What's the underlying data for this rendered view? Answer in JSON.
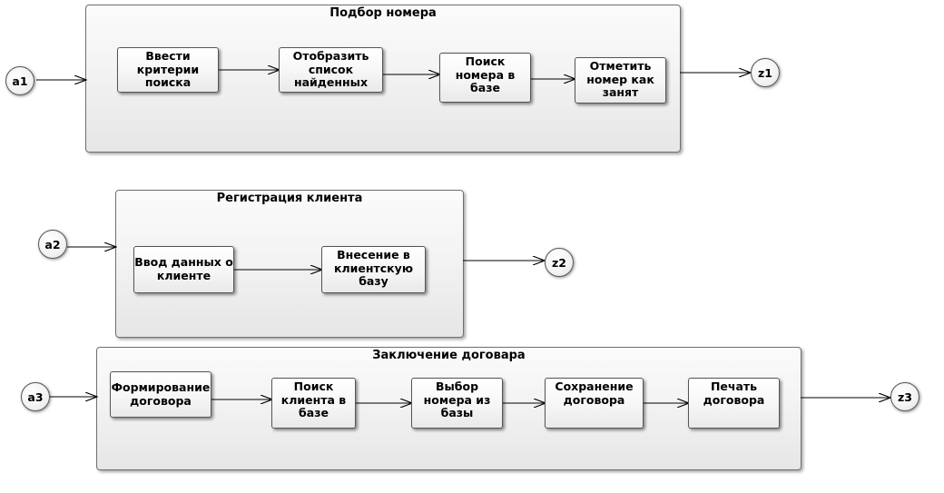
{
  "groups": [
    {
      "title": "Подбор номера"
    },
    {
      "title": "Регистрация клиента"
    },
    {
      "title": "Заключение договара"
    }
  ],
  "nodes": {
    "n1": "Ввести критерии поиска",
    "n2": "Отобразить список найденных",
    "n3": "Поиск номера в базе",
    "n4": "Отметить номер как занят",
    "n5": "Ввод данных о клиенте",
    "n6": "Внесение в клиентскую базу",
    "n7": "Формирование договора",
    "n8": "Поиск клиента в базе",
    "n9": "Выбор номера из базы",
    "n10": "Сохранение договора",
    "n11": "Печать договора"
  },
  "terminals": {
    "a1": "a1",
    "z1": "z1",
    "a2": "a2",
    "z2": "z2",
    "a3": "a3",
    "z3": "z3"
  }
}
